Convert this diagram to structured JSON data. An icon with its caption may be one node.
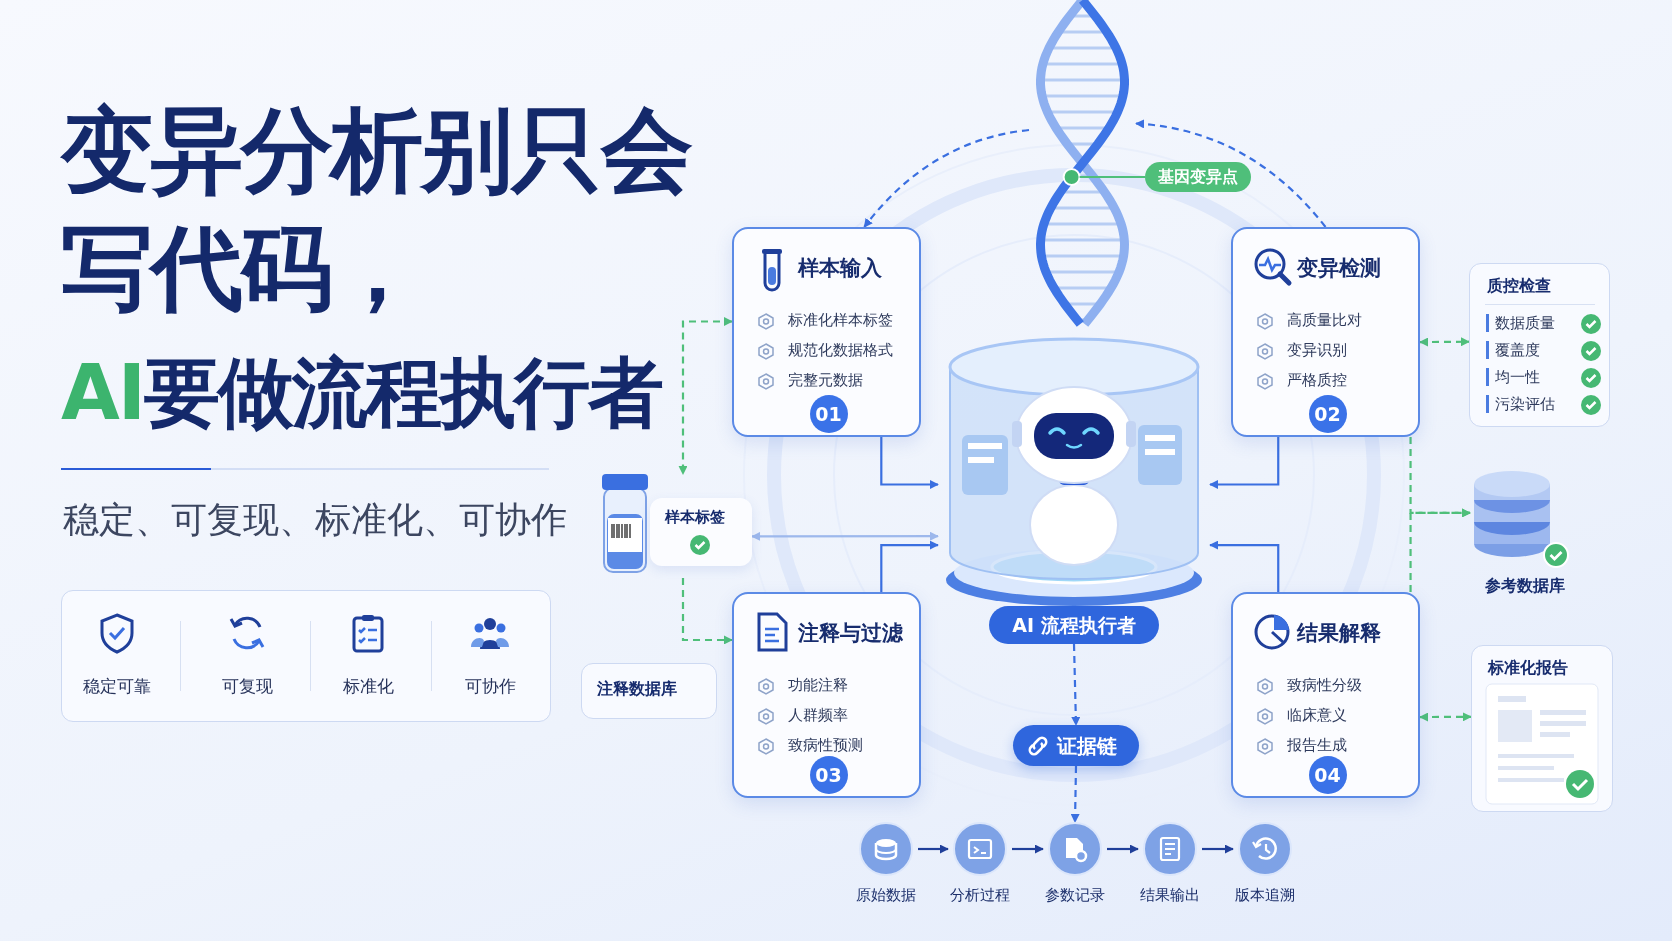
{
  "diagram": {
    "title": "变异分析别只会写代码，",
    "nodes": [
      {
        "text": [],
        "shape": "picture"
      },
      {
        "text": [
          "基因变异点"
        ]
      },
      {
        "text": [
          "样本输入",
          "标准化样本标签",
          "规范化数据格式",
          "完整元数据",
          "01"
        ]
      },
      {
        "text": [
          "变异检测",
          "高质量比对",
          "变异识别",
          "严格质控",
          "02"
        ]
      },
      {
        "text": [
          "质控检查",
          "数据质量",
          "覆盖度",
          "均一性",
          "污染评估"
        ]
      },
      {
        "text": [
          "样本标签"
        ]
      },
      {
        "text": [
          "AI 流程执行者"
        ]
      },
      {
        "text": [
          "参考数据库"
        ]
      },
      {
        "text": [
          "注释与过滤",
          "功能注释",
          "人群频率",
          "致病性预测",
          "03"
        ]
      },
      {
        "text": [
          "结果解释",
          "致病性分级",
          "临床意义",
          "报告生成",
          "04"
        ]
      },
      {
        "text": [
          "注释数据库"
        ]
      },
      {
        "text": [
          "标准化报告"
        ]
      },
      {
        "text": [
          "证据链"
        ]
      },
      {
        "text": [
          "原始数据"
        ]
      },
      {
        "text": [
          "分析过程"
        ]
      },
      {
        "text": [
          "参数记录"
        ]
      },
      {
        "text": [
          "结果输出"
        ]
      },
      {
        "text": [
          "版本追溯"
        ]
      }
    ],
    "edges": [
      {
        "from": 0,
        "to": 2,
        "arrow": "to",
        "style": "dashed"
      },
      {
        "from": 3,
        "to": 0,
        "arrow": "to",
        "style": "dashed"
      },
      {
        "from": 1,
        "to": 0,
        "arrow": "none",
        "color": "#4fbf7a"
      },
      {
        "from": 2,
        "to": 5,
        "arrow": "both",
        "style": "dashed",
        "color": "#4fbf7a"
      },
      {
        "from": 5,
        "to": 8,
        "arrow": "to",
        "style": "dashed",
        "color": "#4fbf7a"
      },
      {
        "from": 5,
        "to": 6,
        "arrow": "both",
        "color": "#9db8ec"
      },
      {
        "from": 2,
        "to": 6,
        "arrow": "to"
      },
      {
        "from": 3,
        "to": 6,
        "arrow": "to"
      },
      {
        "from": 8,
        "to": 6,
        "arrow": "to"
      },
      {
        "from": 9,
        "to": 6,
        "arrow": "to"
      },
      {
        "from": 3,
        "to": 4,
        "arrow": "both",
        "style": "dashed",
        "color": "#4fbf7a"
      },
      {
        "from": 3,
        "to": 7,
        "arrow": "to",
        "style": "dashed",
        "color": "#4fbf7a"
      },
      {
        "from": 9,
        "to": 7,
        "arrow": "to",
        "style": "dashed",
        "color": "#4fbf7a"
      },
      {
        "from": 9,
        "to": 11,
        "arrow": "both",
        "style": "dashed",
        "color": "#4fbf7a"
      },
      {
        "from": 6,
        "to": 12,
        "arrow": "to",
        "style": "dashed"
      },
      {
        "from": 12,
        "to": 15,
        "arrow": "to",
        "style": "dashed"
      },
      {
        "from": 13,
        "to": 14,
        "arrow": "to",
        "color": "#1f3f9a"
      },
      {
        "from": 14,
        "to": 15,
        "arrow": "to",
        "color": "#1f3f9a"
      },
      {
        "from": 15,
        "to": 16,
        "arrow": "to",
        "color": "#1f3f9a"
      },
      {
        "from": 16,
        "to": 17,
        "arrow": "to",
        "color": "#1f3f9a"
      }
    ],
    "labels": [
      "**AI**要做流程执行者",
      "稳定、可复现、标准化、可协作",
      "稳定可靠",
      "可复现",
      "标准化",
      "可协作"
    ]
  }
}
